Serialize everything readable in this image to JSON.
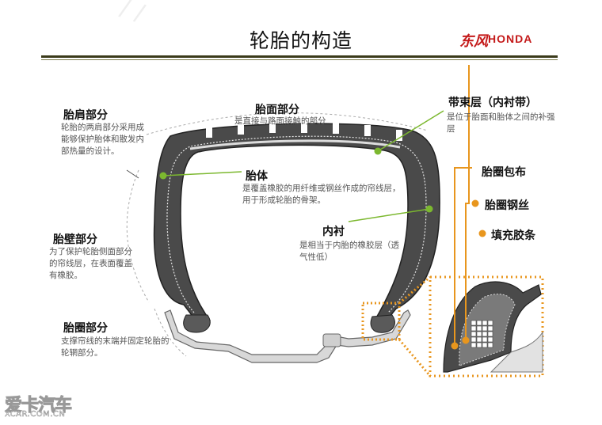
{
  "header": {
    "title": "轮胎的构造",
    "brand_cn": "东风",
    "brand_en": "HONDA"
  },
  "labels": {
    "tread": {
      "title": "胎面部分",
      "desc": "是直接与路面接触的部分"
    },
    "shoulder": {
      "title": "胎肩部分",
      "desc": "轮胎的两肩部分采用成能够保护胎体和散发内部热量的设计。"
    },
    "sidewall": {
      "title": "胎壁部分",
      "desc": "为了保护轮胎侧面部分的帘线层，在表面覆盖有橡胶。"
    },
    "bead": {
      "title": "胎圈部分",
      "desc": "支撑帘线的末端并固定轮胎的轮辋部分。"
    },
    "carcass": {
      "title": "胎体",
      "desc": "是覆盖橡胶的用纤维或钢丝作成的帘线层，用于形成轮胎的骨架。"
    },
    "inner_liner": {
      "title": "内衬",
      "desc": "是相当于内胎的橡胶层（透气性低）"
    },
    "belt": {
      "title": "带束层（内衬带）",
      "desc": "是位于胎面和胎体之间的补强层"
    },
    "bead_wrap": {
      "title": "胎圈包布"
    },
    "bead_wire": {
      "title": "胎圈钢丝"
    },
    "filler": {
      "title": "填充胶条"
    }
  },
  "watermark": {
    "cn": "爱卡汽车",
    "en": "XCAR.COM.CN"
  },
  "colors": {
    "accent_green": "#7cb82f",
    "accent_orange": "#e8961e",
    "brand_red": "#c41a1a"
  }
}
